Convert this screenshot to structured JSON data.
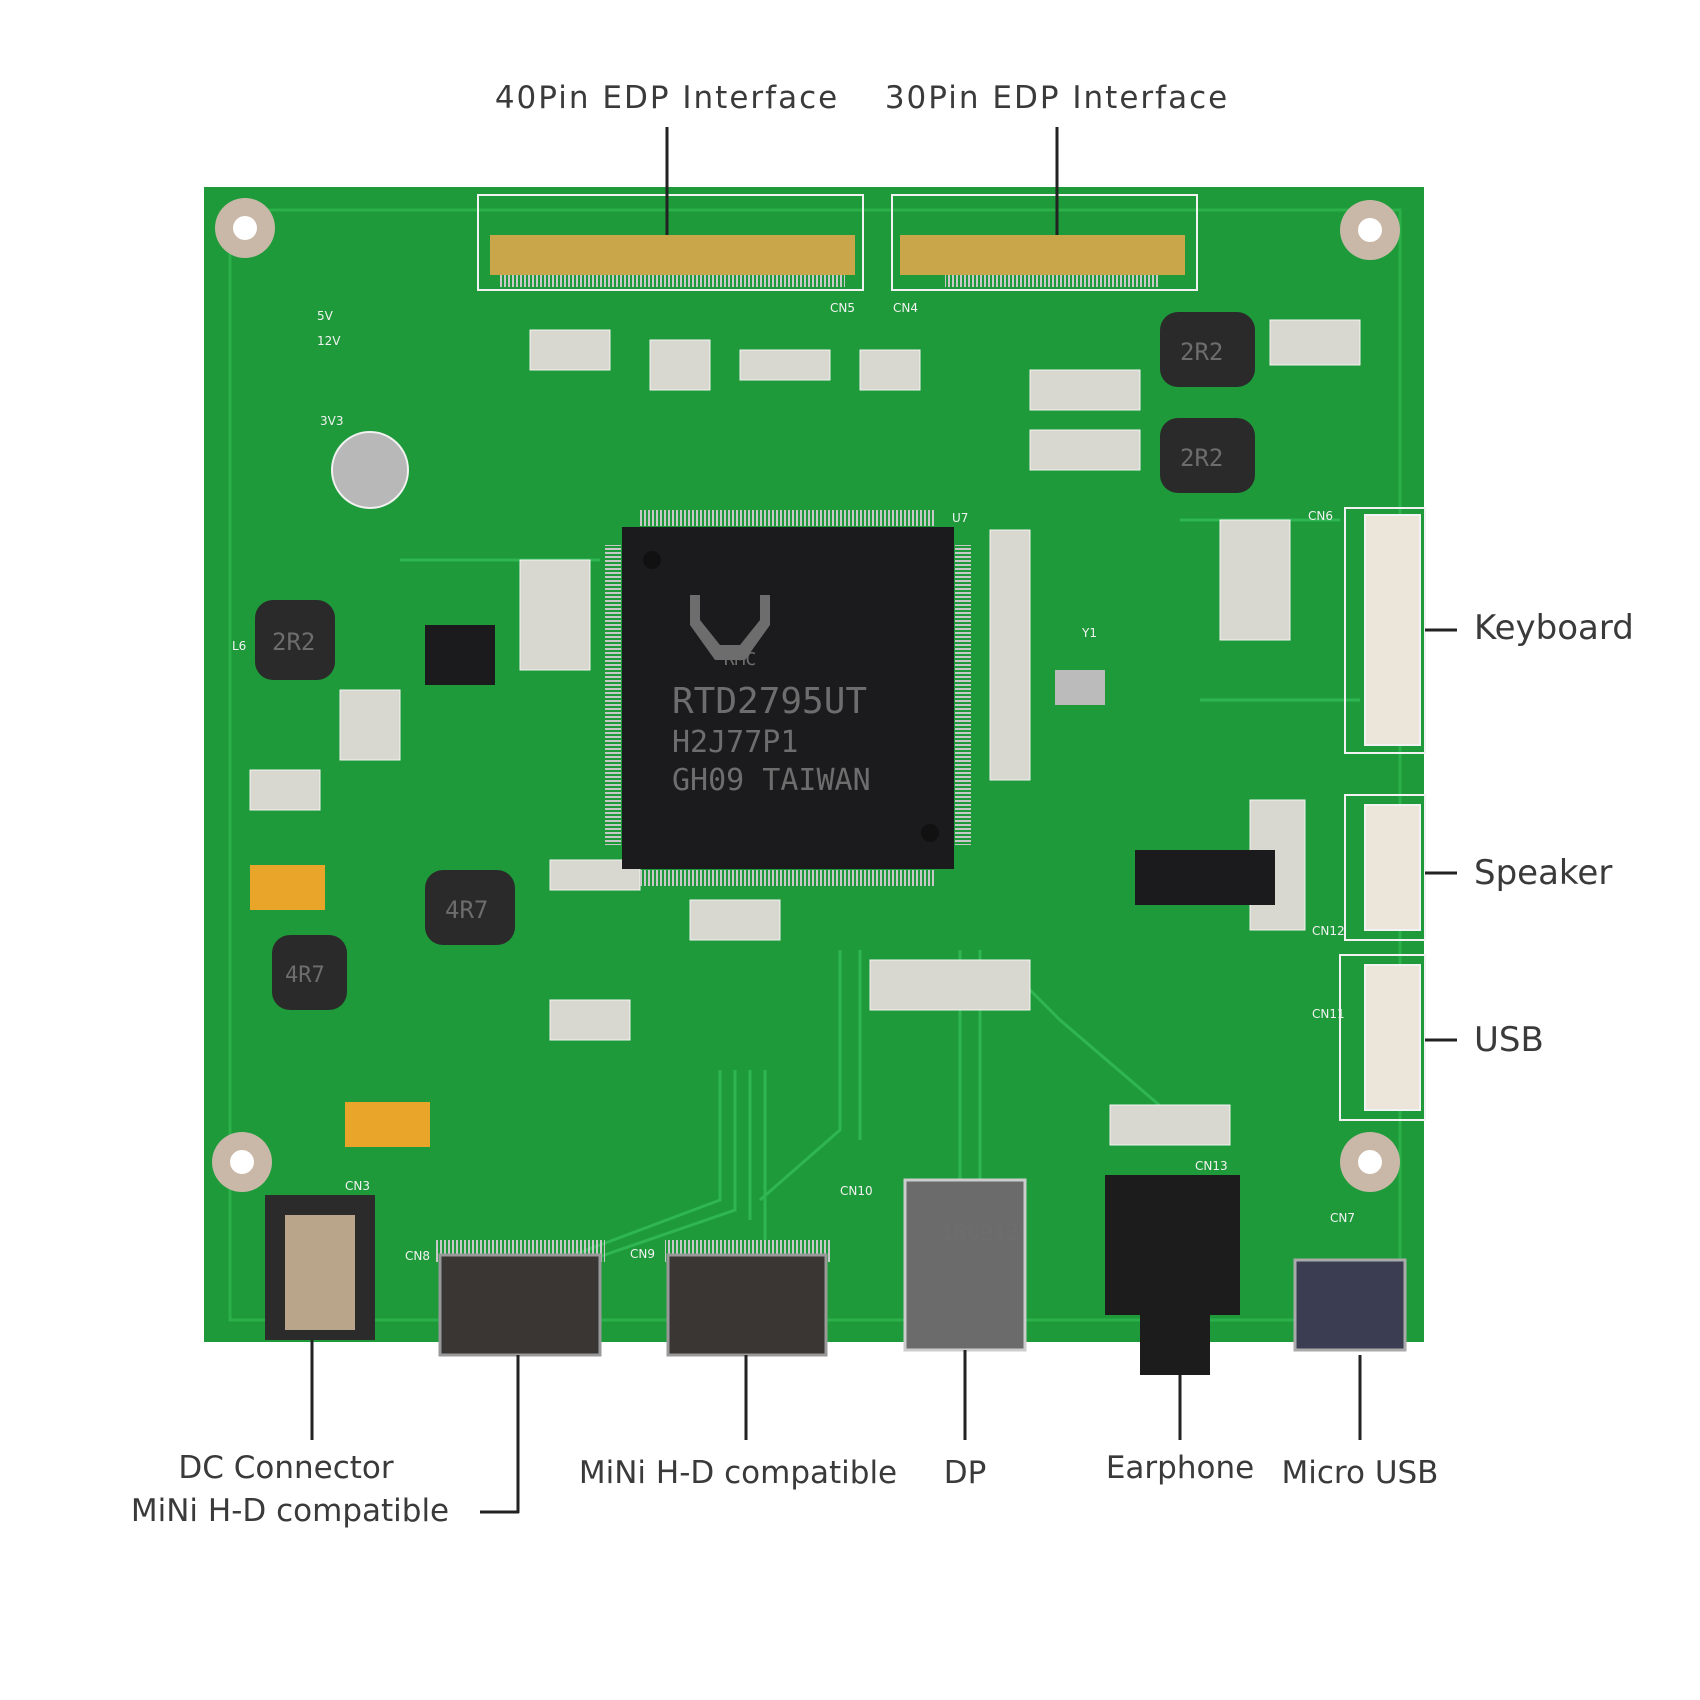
{
  "labels": {
    "top": [
      "40Pin EDP Interface",
      "30Pin EDP Interface"
    ],
    "right": [
      "Keyboard",
      "Speaker",
      "USB"
    ],
    "bottom": {
      "dc": "DC Connector",
      "hdmi_left": "MiNi H-D compatible",
      "hdmi_mid": "MiNi H-D compatible",
      "dp": "DP",
      "earphone": "Earphone",
      "micro_usb": "Micro USB"
    }
  },
  "chip": {
    "logo": "RMC",
    "line1": "RTD2795UT",
    "line2": "H2J77P1",
    "line3": "GH09 TAIWAN",
    "ref": "U7"
  },
  "silkscreen": {
    "cn5": "CN5",
    "cn4": "CN4",
    "cn6": "CN6",
    "cn12": "CN12",
    "cn11": "CN11",
    "cn3": "CN3",
    "cn8": "CN8",
    "cn9": "CN9",
    "cn10": "CN10",
    "cn13": "CN13",
    "cn7": "CN7",
    "l6": "L6",
    "v5": "5V",
    "v12": "12V",
    "v33": "3V3",
    "y1": "Y1"
  },
  "inductor_marks": [
    "2R2",
    "2R2",
    "2R2",
    "4R7",
    "4R7"
  ],
  "dp_mark": "180912",
  "colors": {
    "board": "#1f9a3a",
    "silk": "#f2f2f2",
    "chip": "#1b1b1d",
    "gold": "#c9a64a"
  }
}
